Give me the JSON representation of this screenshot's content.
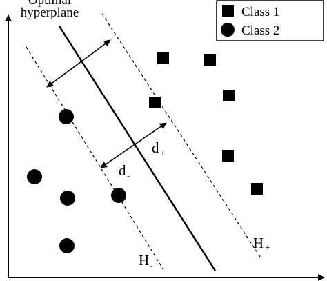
{
  "title": {
    "line1": "Optimal",
    "line2": "hyperplane"
  },
  "legend": {
    "items": [
      {
        "label": "Class 1",
        "marker": "square"
      },
      {
        "label": "Class 2",
        "marker": "circle"
      }
    ]
  },
  "margins": {
    "d_plus_base": "d",
    "d_plus_sub": "+",
    "d_minus_base": "d",
    "d_minus_sub": "-"
  },
  "planes": {
    "h_plus_base": "H",
    "h_plus_sub": "+",
    "h_minus_base": "H",
    "h_minus_sub": "-"
  },
  "colors": {
    "ink": "#000000",
    "background": "#ffffff"
  }
}
